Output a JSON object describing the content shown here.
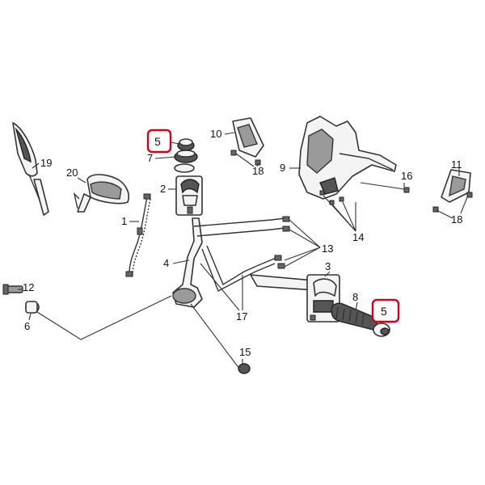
{
  "diagram": {
    "callouts": {
      "c1": "1",
      "c2": "2",
      "c3": "3",
      "c4": "4",
      "c5a": "5",
      "c5b": "5",
      "c6": "6",
      "c7": "7",
      "c8": "8",
      "c9": "9",
      "c10": "10",
      "c11": "11",
      "c12": "12",
      "c13": "13",
      "c14": "14",
      "c15": "15",
      "c16": "16",
      "c17": "17",
      "c18a": "18",
      "c18b": "18",
      "c19": "19",
      "c20": "20"
    },
    "highlight_color": "#d0021b"
  }
}
